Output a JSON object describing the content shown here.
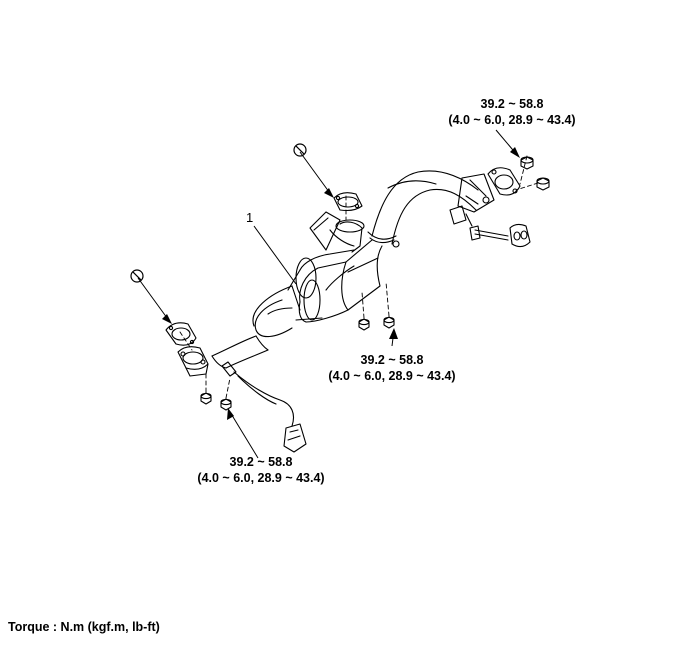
{
  "callouts": [
    {
      "value": "39.2 ~ 58.8",
      "alt": "(4.0 ~ 6.0, 28.9 ~ 43.4)"
    },
    {
      "value": "39.2 ~ 58.8",
      "alt": "(4.0 ~ 6.0, 28.9 ~ 43.4)"
    },
    {
      "value": "39.2 ~ 58.8",
      "alt": "(4.0 ~ 6.0, 28.9 ~ 43.4)"
    }
  ],
  "part_number": "1",
  "footer": "Torque : N.m (kgf.m, lb-ft)",
  "icons": [
    "do-not-reuse-icon",
    "do-not-reuse-icon"
  ],
  "colors": {
    "line": "#000000",
    "background": "#ffffff"
  }
}
